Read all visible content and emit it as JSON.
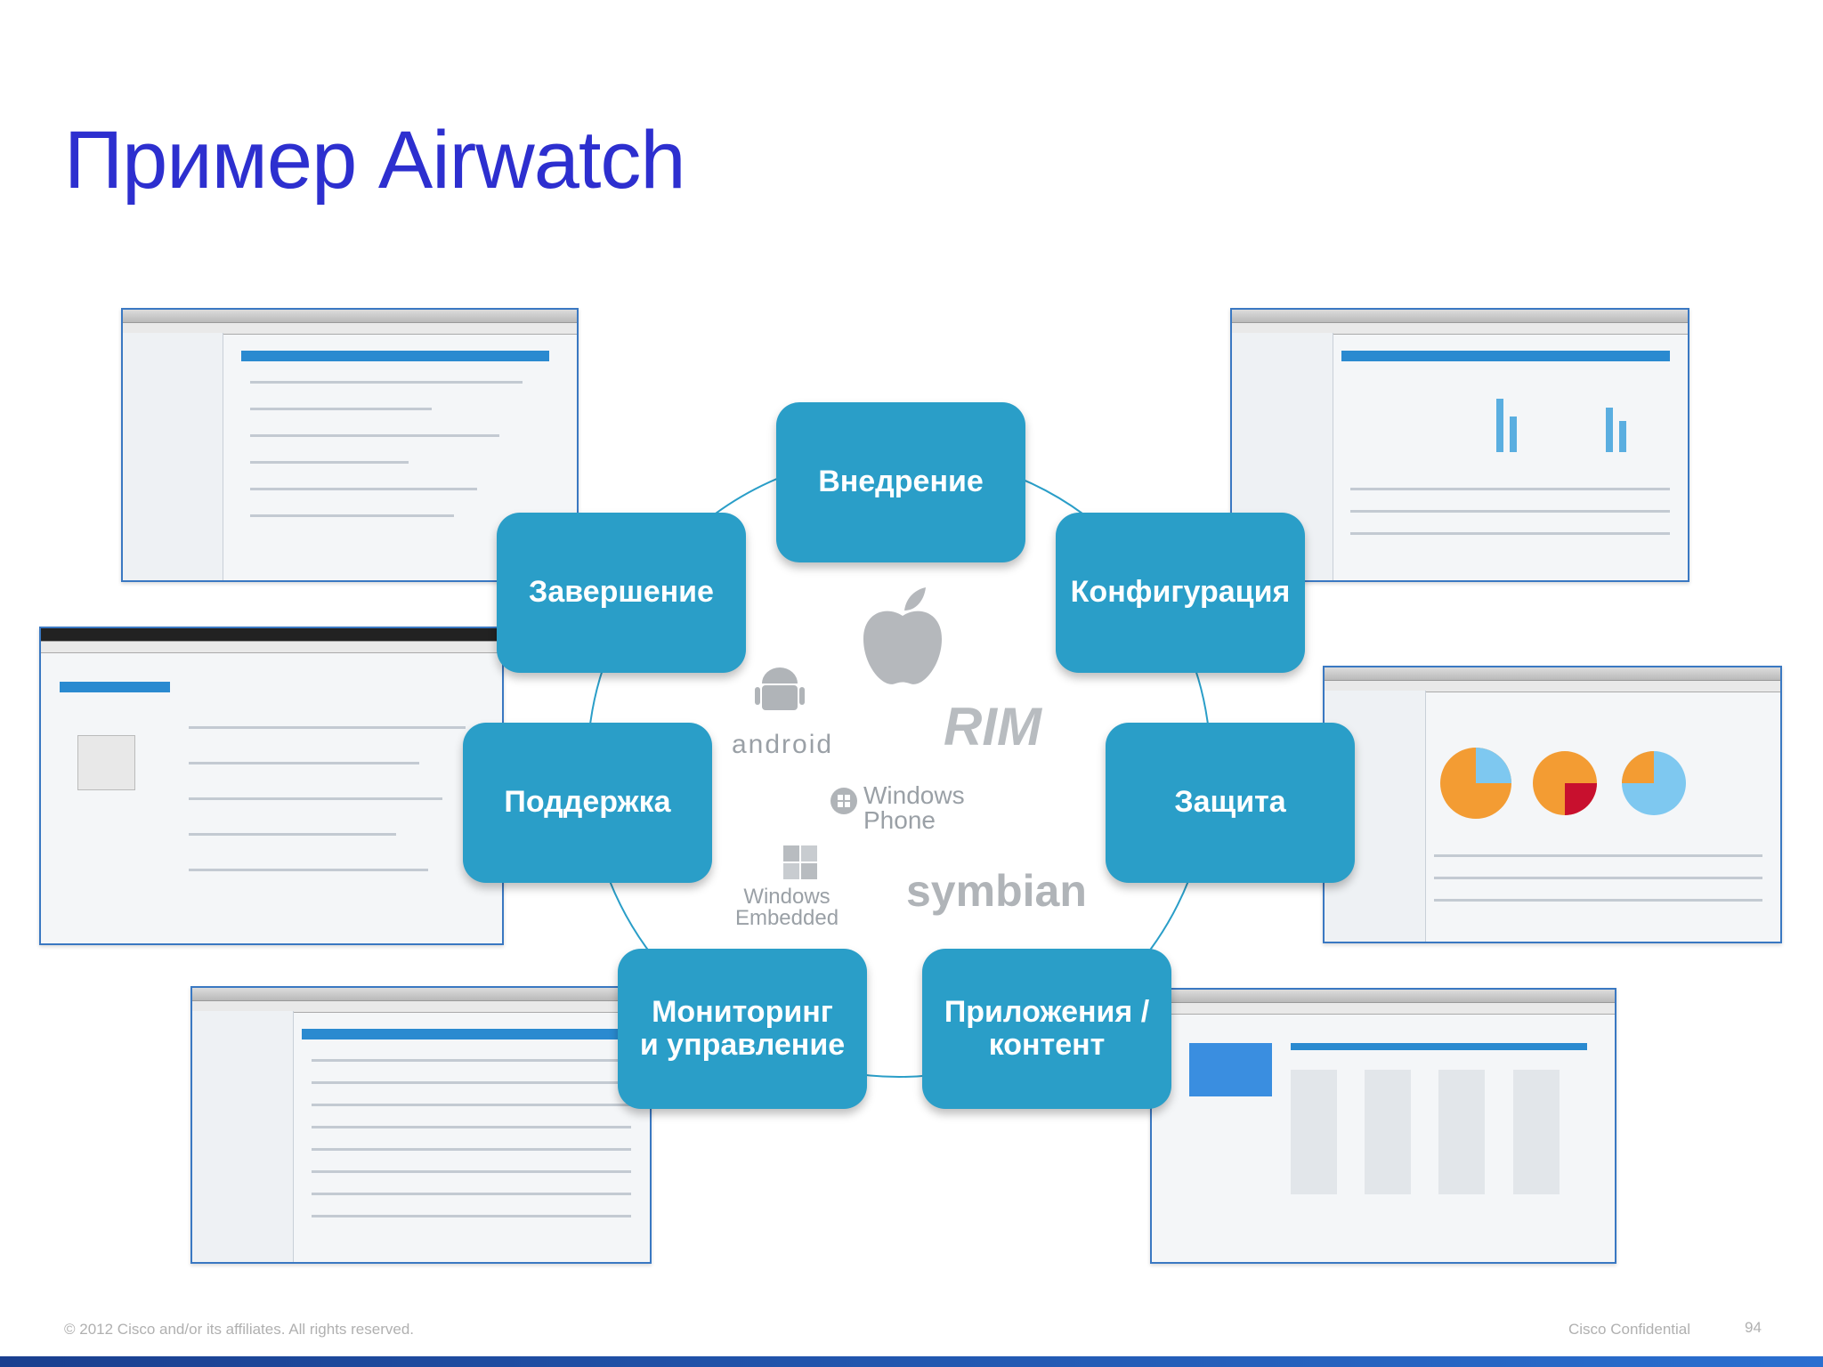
{
  "title": "Пример Airwatch",
  "nodes": {
    "vnedrenie": "Внедрение",
    "konfiguratsiya": "Конфигурация",
    "zashchita": "Защита",
    "prilozheniya": "Приложения / контент",
    "monitoring": "Мониторинг и управление",
    "podderzhka": "Поддержка",
    "zavershenie": "Завершение"
  },
  "platforms": {
    "android": "android",
    "rim": "RIM",
    "windows_phone": "Windows Phone",
    "windows_embedded": "Windows Embedded",
    "symbian": "symbian"
  },
  "footer": {
    "copyright": "© 2012 Cisco and/or its affiliates. All rights reserved.",
    "confidential": "Cisco Confidential",
    "page": "94"
  },
  "colors": {
    "title": "#2d2fcf",
    "node": "#2a9ec8",
    "ring": "#2a9ec8"
  }
}
